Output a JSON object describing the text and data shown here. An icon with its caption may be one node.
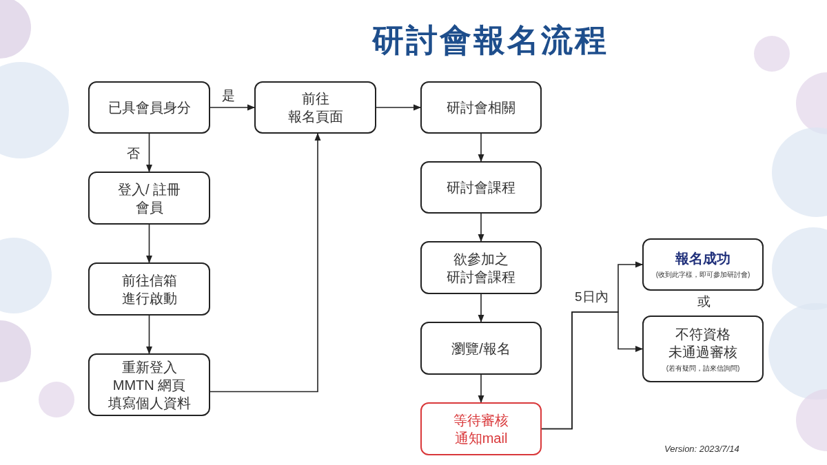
{
  "diagram": {
    "title": "研討會報名流程",
    "nodes": [
      {
        "text": [
          "已具會員身分"
        ]
      },
      {
        "text": [
          "登入/ 註冊會員"
        ]
      },
      {
        "text": [
          "前往信箱進行啟動"
        ]
      },
      {
        "text": [
          "重新登入MMTN 網頁填寫個人資料"
        ]
      },
      {
        "text": [
          "前往報名頁面"
        ]
      },
      {
        "text": [
          "研討會相關"
        ]
      },
      {
        "text": [
          "研討會課程"
        ]
      },
      {
        "text": [
          "欲參加之研討會課程"
        ]
      },
      {
        "text": [
          "瀏覽/報名"
        ]
      },
      {
        "text": [
          "等待審核通知mail"
        ]
      },
      {
        "text": [
          "報名成功",
          "(收到此字樣，即可參加研討會)"
        ]
      },
      {
        "text": [
          "不符資格未通過審核",
          "(若有疑問，請來信詢問)"
        ]
      }
    ],
    "edges": [
      {
        "from": 0,
        "to": 4,
        "arrow": "to",
        "label": "是"
      },
      {
        "from": 0,
        "to": 1,
        "arrow": "to",
        "label": "否"
      },
      {
        "from": 1,
        "to": 2,
        "arrow": "to"
      },
      {
        "from": 2,
        "to": 3,
        "arrow": "to"
      },
      {
        "from": 3,
        "to": 4,
        "arrow": "to"
      },
      {
        "from": 4,
        "to": 5,
        "arrow": "to"
      },
      {
        "from": 5,
        "to": 6,
        "arrow": "to"
      },
      {
        "from": 6,
        "to": 7,
        "arrow": "to"
      },
      {
        "from": 7,
        "to": 8,
        "arrow": "to"
      },
      {
        "from": 8,
        "to": 9,
        "arrow": "to"
      },
      {
        "from": 9,
        "to": 10,
        "arrow": "to",
        "label": "5日內"
      },
      {
        "from": 9,
        "to": 11,
        "arrow": "to"
      }
    ],
    "labels": [
      "或",
      "Version: 2023/7/14"
    ]
  }
}
